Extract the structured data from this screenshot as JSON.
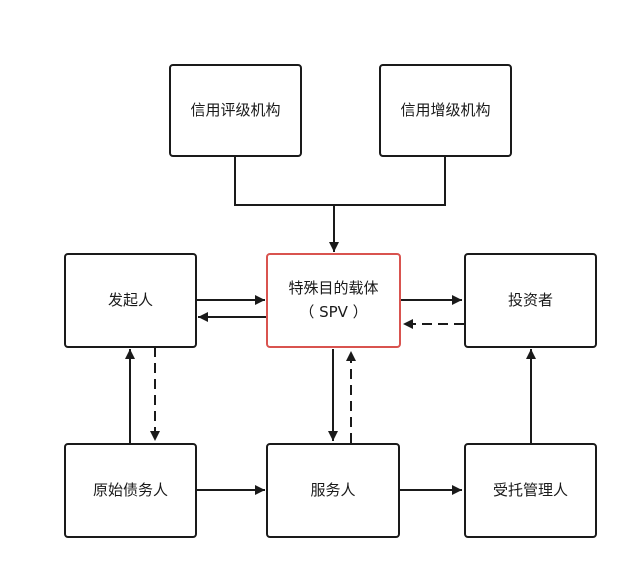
{
  "nodes": {
    "rating_agency": "信用评级机构",
    "credit_enhancer": "信用增级机构",
    "originator": "发起人",
    "spv_line1": "特殊目的载体",
    "spv_line2": "（ SPV ）",
    "investor": "投资者",
    "original_debtor": "原始债务人",
    "servicer": "服务人",
    "trustee": "受托管理人"
  },
  "colors": {
    "stroke": "#1a1a1a",
    "spv_border": "#d9534f"
  }
}
